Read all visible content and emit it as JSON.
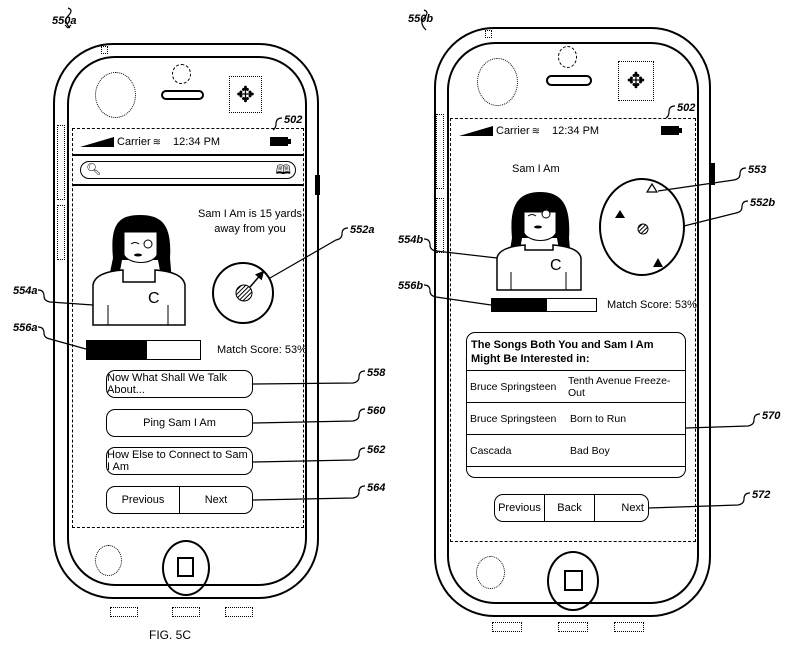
{
  "figure_label": "FIG. 5C",
  "references": {
    "left_device": "550a",
    "right_device": "550b",
    "status_bar_left": "502",
    "status_bar_right": "502",
    "radar_left": "552a",
    "avatar_left": "554a",
    "match_bar_left": "556a",
    "talk_button": "558",
    "ping_button": "560",
    "connect_button": "562",
    "nav_left": "564",
    "triangle_marker": "553",
    "radar_right": "552b",
    "avatar_right": "554b",
    "match_bar_right": "556b",
    "songs_list": "570",
    "nav_right": "572"
  },
  "left_screen": {
    "status_bar": {
      "carrier": "Carrier",
      "time": "12:34 PM",
      "icons": [
        "signal-icon",
        "wifi-icon",
        "battery-icon"
      ]
    },
    "search_bar": {
      "placeholder": "",
      "icons": [
        "search-icon",
        "book-icon"
      ]
    },
    "distance_text_line1": "Sam I Am is 15 yards",
    "distance_text_line2": "away from you",
    "match": {
      "label": "Match Score: 53%",
      "value_percent": 53
    },
    "buttons": {
      "talk": "Now What Shall We Talk About...",
      "ping": "Ping Sam I Am",
      "connect": "How Else to Connect to Sam I Am"
    },
    "nav": {
      "previous": "Previous",
      "next": "Next"
    }
  },
  "right_screen": {
    "status_bar": {
      "carrier": "Carrier",
      "time": "12:34 PM",
      "icons": [
        "signal-icon",
        "wifi-icon",
        "battery-icon"
      ]
    },
    "user_name": "Sam I Am",
    "match": {
      "label": "Match Score: 53%",
      "value_percent": 53
    },
    "songs": {
      "header": "The Songs Both You and Sam I Am Might Be Interested in:",
      "rows": [
        {
          "artist": "Bruce Springsteen",
          "title": "Tenth Avenue Freeze-Out"
        },
        {
          "artist": "Bruce Springsteen",
          "title": "Born to Run"
        },
        {
          "artist": "Cascada",
          "title": "Bad Boy"
        }
      ]
    },
    "nav": {
      "previous": "Previous",
      "back": "Back",
      "next": "Next"
    }
  }
}
